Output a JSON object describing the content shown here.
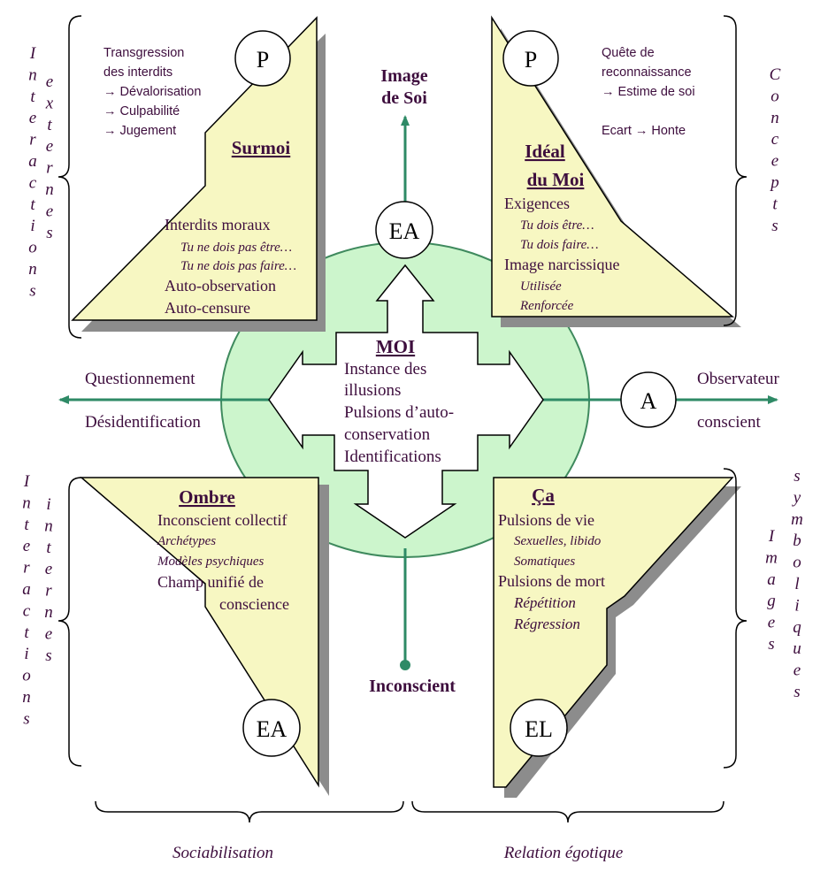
{
  "colors": {
    "text": "#3d0d3d",
    "panel_fill": "#f7f7c2",
    "shadow": "#8c8c8c",
    "ellipse_fill": "#ccf5cc",
    "ellipse_stroke": "#3f8a5e",
    "axis_line": "#2e8a66",
    "outline": "#000000"
  },
  "top_axis": {
    "label_line1": "Image",
    "label_line2": "de Soi"
  },
  "bottom_axis": {
    "label": "Inconscient"
  },
  "left_axis": {
    "label_top": "Questionnement",
    "label_bottom": "Désidentification"
  },
  "right_axis": {
    "label_top": "Observateur",
    "label_bottom": "conscient"
  },
  "circles": {
    "top_ea": "EA",
    "right_a": "A",
    "tl_p": "P",
    "tr_p": "P",
    "bl_ea": "EA",
    "br_el": "EL"
  },
  "center": {
    "title": "MOI",
    "lines": [
      "Instance des",
      "illusions",
      "Pulsions d’auto-",
      "conservation",
      "Identifications"
    ]
  },
  "tl_panel": {
    "notes": [
      "Transgression",
      "des interdits",
      "→ Dévalorisation",
      "→ Culpabilité",
      "→ Jugement"
    ],
    "title": "Surmoi",
    "line1": "Interdits moraux",
    "italic1": "Tu ne dois pas être…",
    "italic2": "Tu ne dois pas faire…",
    "line2": "Auto-observation",
    "line3": "Auto-censure"
  },
  "tr_panel": {
    "notes": [
      "Quête de",
      "reconnaissance",
      "→ Estime de soi",
      "Ecart → Honte"
    ],
    "title_line1": "Idéal",
    "title_line2": "du Moi",
    "line1": "Exigences",
    "italic1": "Tu dois être…",
    "italic2": "Tu dois faire…",
    "line2": "Image narcissique",
    "italic3": "Utilisée",
    "italic4": "Renforcée"
  },
  "bl_panel": {
    "title": "Ombre",
    "line1": "Inconscient collectif",
    "italic1": "Archétypes",
    "italic2": "Modèles psychiques",
    "line2": "Champ unifié de",
    "line3": "conscience"
  },
  "br_panel": {
    "title": "Ça",
    "line1": "Pulsions de vie",
    "italic1": "Sexuelles, libido",
    "italic2": "Somatiques",
    "line2": "Pulsions de mort",
    "italic3": "Répétition",
    "italic4": "Régression"
  },
  "side_labels": {
    "tl_outer": "Interactions",
    "tl_inner": "externes",
    "bl_outer": "Interactions",
    "bl_inner": "internes",
    "tr": "Concepts",
    "br_inner": "Images",
    "br_outer": "symboliques"
  },
  "bottom_labels": {
    "left": "Sociabilisation",
    "right": "Relation égotique"
  }
}
